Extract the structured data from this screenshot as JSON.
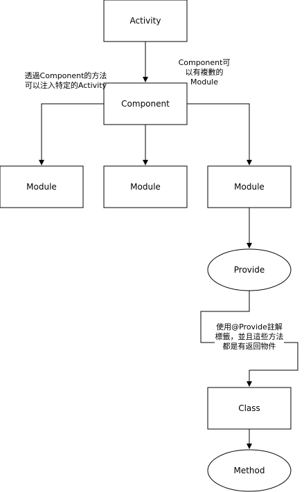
{
  "nodes": {
    "activity": "Activity",
    "component": "Component",
    "module_left": "Module",
    "module_middle": "Module",
    "module_right": "Module",
    "provide": "Provide",
    "class": "Class",
    "method": "Method"
  },
  "notes": {
    "inject_activity": "透過Component的方法可以注入特定的Activity",
    "multiple_modules": "Component可以有複數的Module",
    "provide_annotation": "使用@Provide註解標籤，並且這些方法都是有返回物件"
  }
}
